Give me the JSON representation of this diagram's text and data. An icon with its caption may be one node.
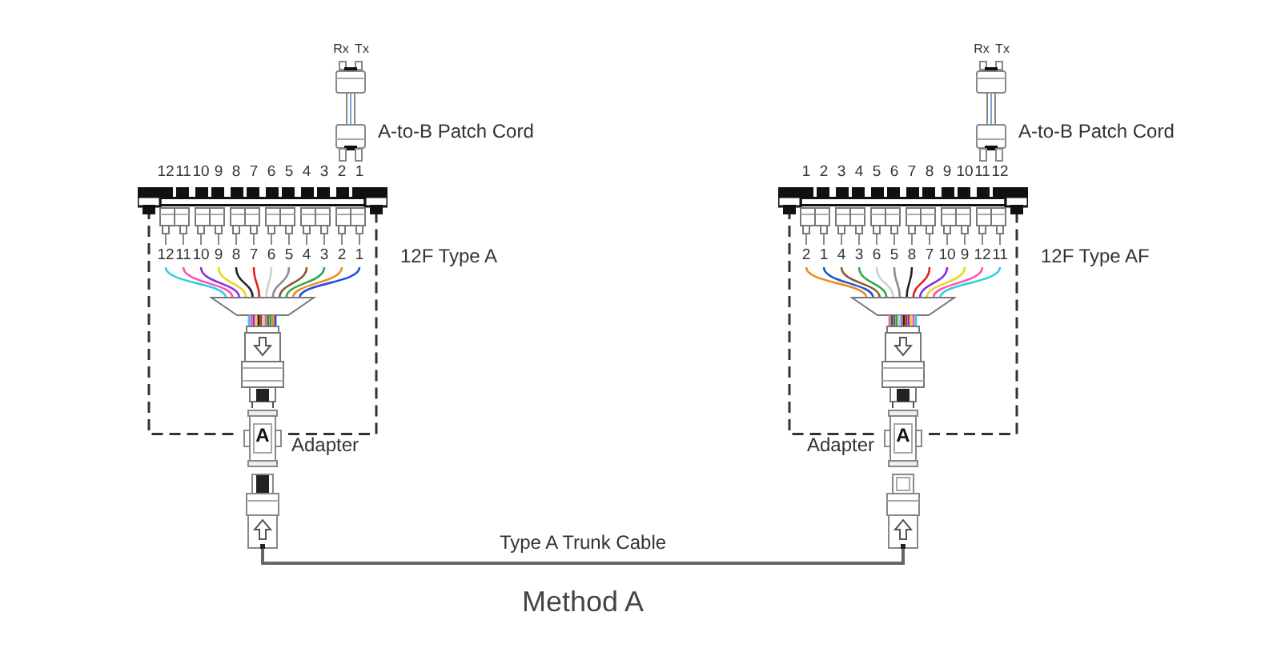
{
  "diagram": {
    "caption": "Method A",
    "nodes": [
      {
        "text": [],
        "shape": "picture",
        "beside": [
          "Rx",
          "Tx",
          "A-to-B Patch Cord"
        ]
      },
      {
        "text": [],
        "shape": "picture",
        "beside": [
          "Rx",
          "Tx",
          "A-to-B Patch Cord"
        ]
      },
      {
        "text": [
          "12",
          "11",
          "10",
          "9",
          "8",
          "7",
          "6",
          "5",
          "4",
          "3",
          "2",
          "1"
        ],
        "beside": [
          "12",
          "11",
          "10",
          "9",
          "8",
          "7",
          "6",
          "5",
          "4",
          "3",
          "2",
          "1",
          "12F Type A"
        ]
      },
      {
        "text": [
          "2",
          "1",
          "4",
          "3",
          "6",
          "5",
          "8",
          "7",
          "10",
          "9",
          "12",
          "11"
        ],
        "beside": [
          "1",
          "2",
          "3",
          "4",
          "5",
          "6",
          "7",
          "8",
          "9",
          "10",
          "11",
          "12",
          "12F Type AF"
        ]
      },
      {
        "text": [
          "A"
        ],
        "beside": [
          "Adapter"
        ]
      },
      {
        "text": [
          "A"
        ],
        "beside": [
          "Adapter"
        ]
      },
      {
        "text": [],
        "shape": "picture"
      },
      {
        "text": [],
        "shape": "picture"
      }
    ],
    "edges": [
      {
        "from": 6,
        "to": 7,
        "arrow": "none",
        "label": "Type A Trunk Cable"
      }
    ]
  }
}
